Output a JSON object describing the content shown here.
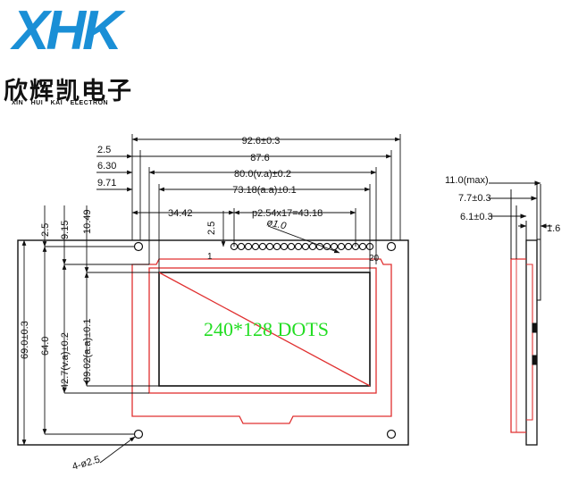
{
  "brand": {
    "logo_letters": "XHK",
    "name_cn": "欣辉凯电子",
    "name_en": "XIN HUI KAI ELECTRON"
  },
  "colors": {
    "logo": "#1a8fd6",
    "outline": "#e03030",
    "dots_label": "#22dd22",
    "line": "#111111"
  },
  "front_view": {
    "display_label": "240*128 DOTS",
    "pin_first": "1",
    "pin_last": "20",
    "horizontal_dims": {
      "overall": "92.6±0.3",
      "pin_span_outer": "87.6",
      "left_offset_1": "2.5",
      "viewing_area": "80.0(v.a)±0.2",
      "left_offset_2": "6.30",
      "active_area": "73.18(a.a)±0.1",
      "left_offset_3": "9.71",
      "pin_offset": "34.42",
      "pin_pitch": "p2.54x17=43.18",
      "pin_top": "2.5",
      "pin_hole": "ø1.0"
    },
    "vertical_dims": {
      "overall": "69.0±0.3",
      "mount_span": "64.0",
      "top_offset_1": "2.5",
      "viewing_area": "42.7(v.a)±0.2",
      "top_offset_2": "9.15",
      "active_area": "39.02(a.a)±0.1",
      "top_offset_3": "10.49"
    },
    "mount_holes": "4-ø2.5"
  },
  "side_view": {
    "max_thickness": "11.0(max)",
    "dim_a": "7.7±0.3",
    "dim_b": "6.1±0.3",
    "dim_c": "1.6"
  }
}
